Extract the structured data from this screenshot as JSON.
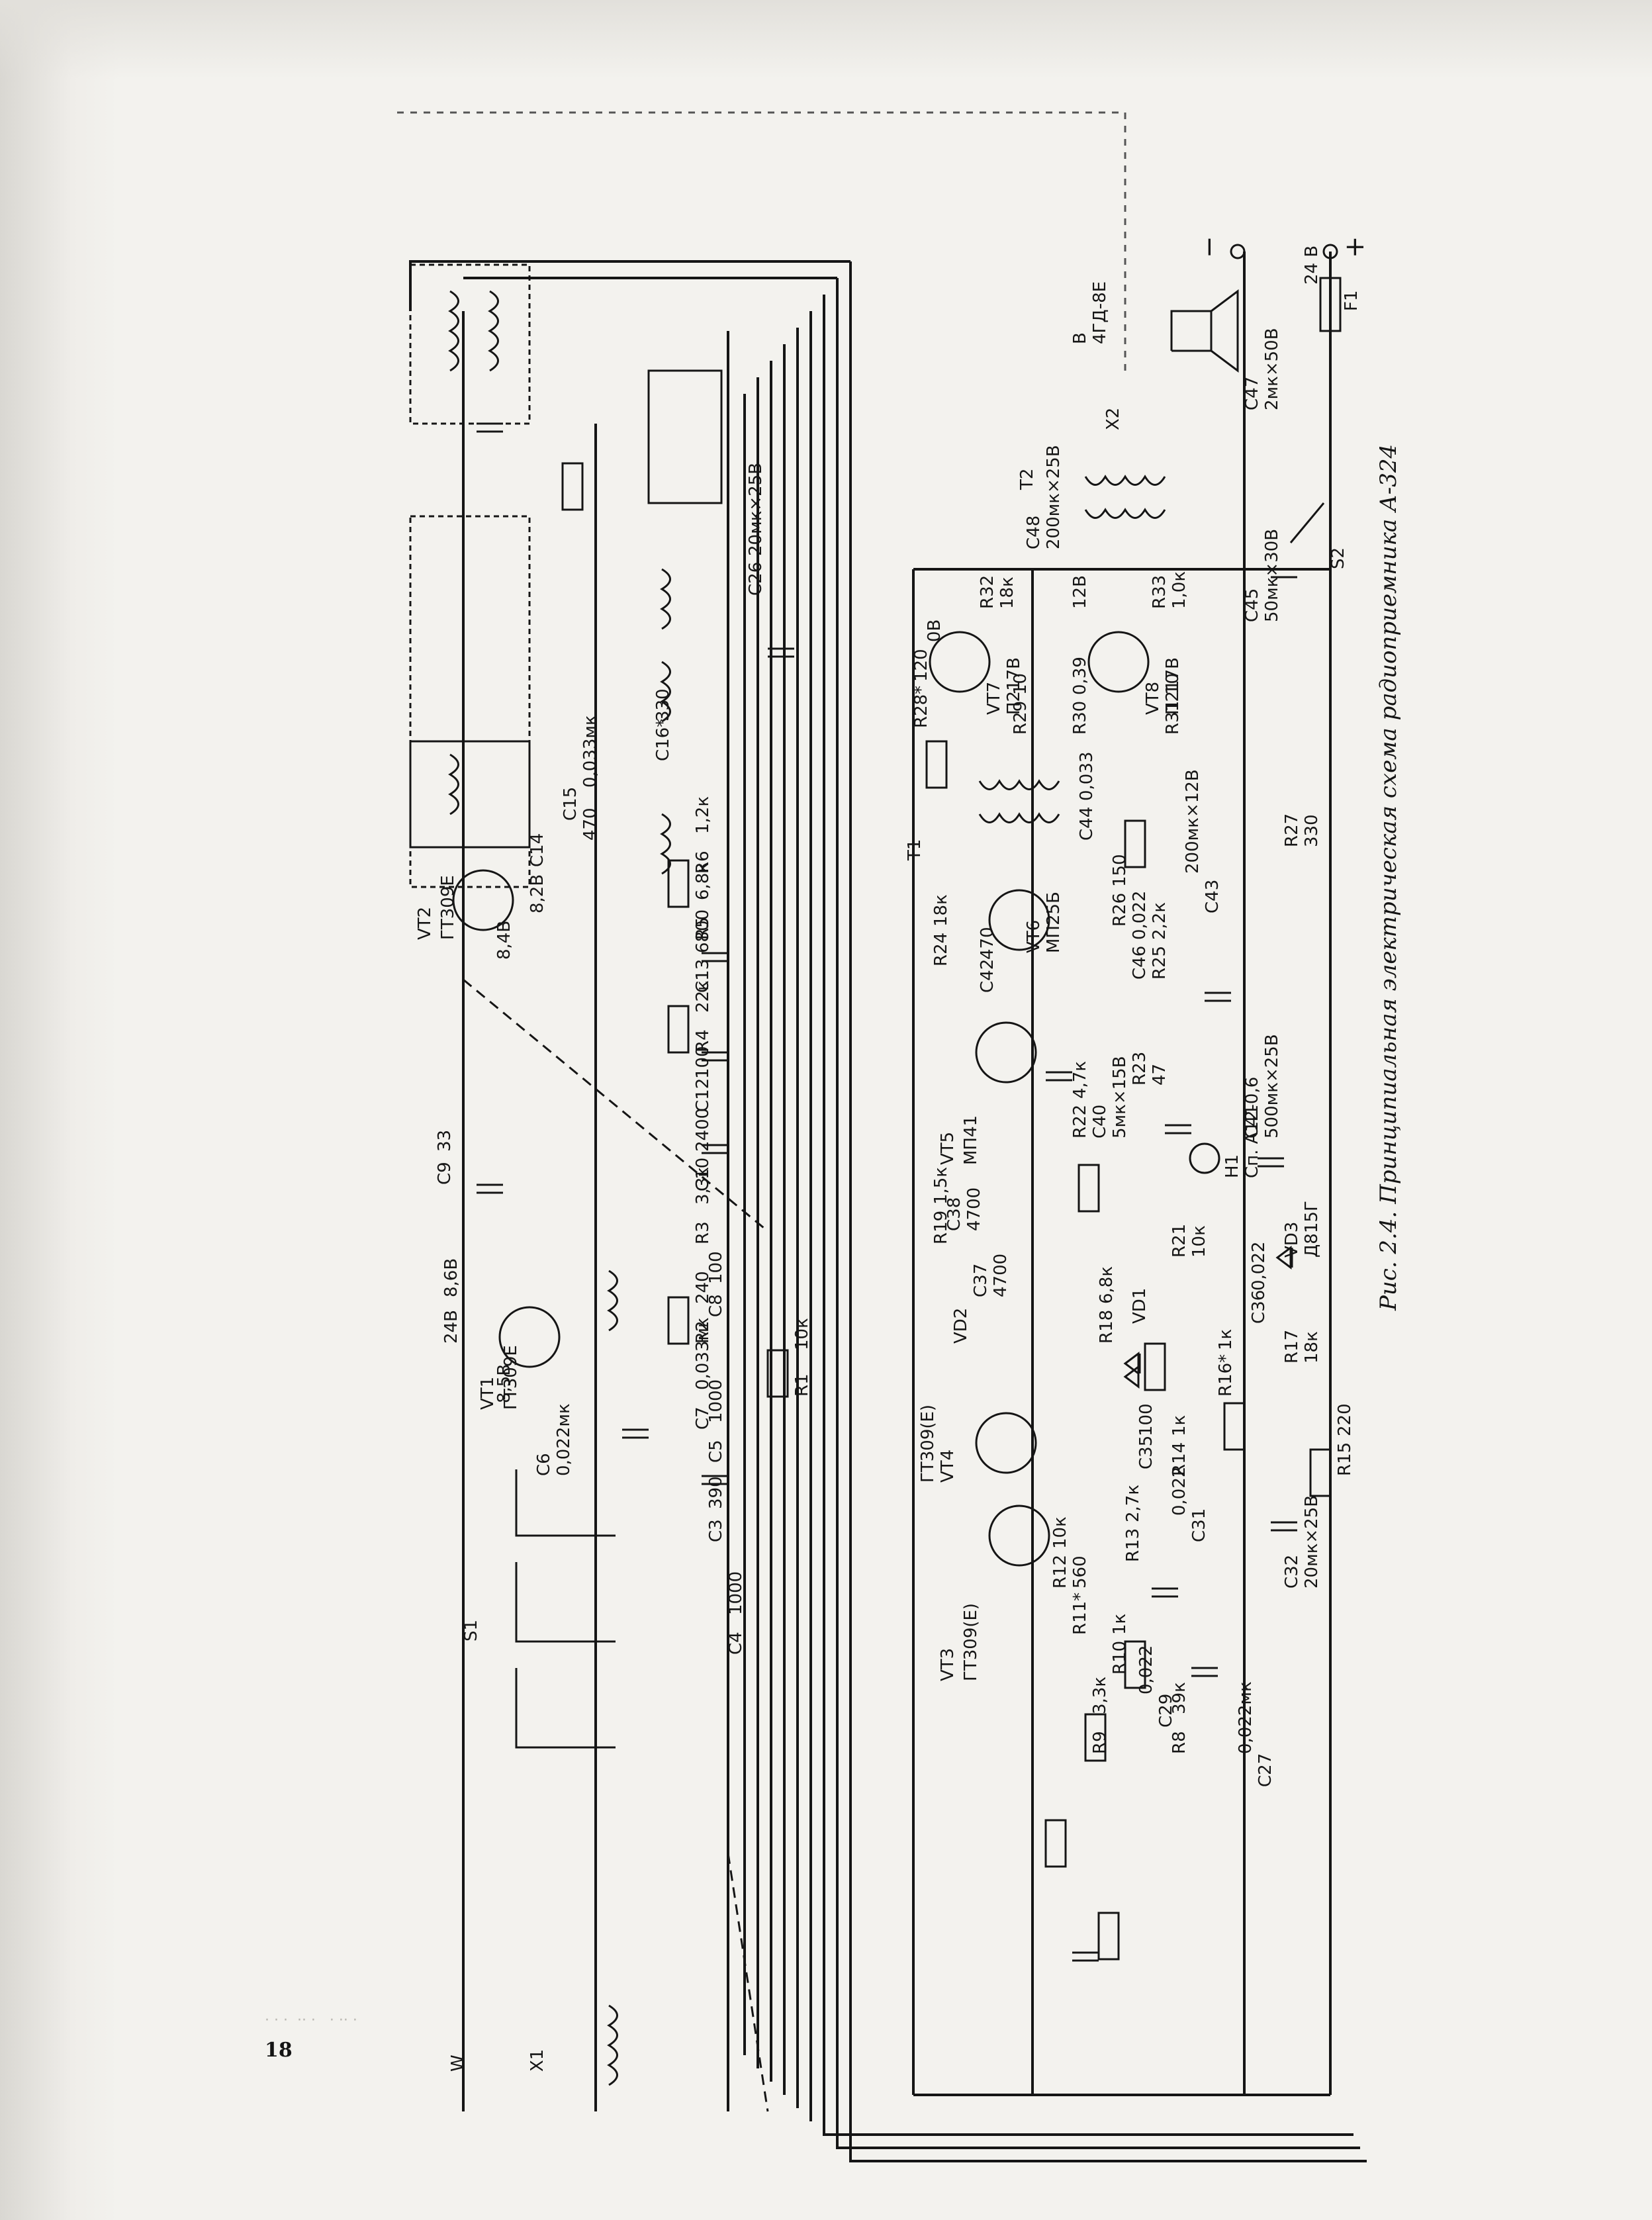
{
  "document": {
    "caption": "Рис. 2.4. Принципиальная электрическая схема радиоприемника А-324",
    "page_number": "18"
  },
  "schematic": {
    "transistors": [
      {
        "ref": "VT1",
        "type": "ГТ309Е"
      },
      {
        "ref": "VT2",
        "type": "ГТ309Е"
      },
      {
        "ref": "VT3",
        "type": "ГТ309(Е)"
      },
      {
        "ref": "VT4",
        "type": "ГТ309(Е)"
      },
      {
        "ref": "VT5",
        "type": "МП41"
      },
      {
        "ref": "VT6",
        "type": "МП25Б"
      },
      {
        "ref": "VT7",
        "type": "П217В"
      },
      {
        "ref": "VT8",
        "type": "П217В"
      }
    ],
    "resistors": [
      {
        "ref": "R1",
        "value": "10к"
      },
      {
        "ref": "R2",
        "value": "240"
      },
      {
        "ref": "R3",
        "value": "3,3к"
      },
      {
        "ref": "R4",
        "value": "22к"
      },
      {
        "ref": "R5",
        "value": "6,8к"
      },
      {
        "ref": "R6",
        "value": "1,2к"
      },
      {
        "ref": "R8",
        "value": "39к"
      },
      {
        "ref": "R9",
        "value": "3,3к"
      },
      {
        "ref": "R10",
        "value": "1к"
      },
      {
        "ref": "R11*",
        "value": "560"
      },
      {
        "ref": "R12",
        "value": "10к"
      },
      {
        "ref": "R13",
        "value": "2,7к"
      },
      {
        "ref": "R14",
        "value": "1к"
      },
      {
        "ref": "R15",
        "value": "220"
      },
      {
        "ref": "R16*",
        "value": "1к"
      },
      {
        "ref": "R17",
        "value": "18к"
      },
      {
        "ref": "R18",
        "value": "6,8к"
      },
      {
        "ref": "R19",
        "value": "1,5к"
      },
      {
        "ref": "R21",
        "value": "10к"
      },
      {
        "ref": "R22",
        "value": "4,7к"
      },
      {
        "ref": "R23",
        "value": "47"
      },
      {
        "ref": "R24",
        "value": "18к"
      },
      {
        "ref": "R25",
        "value": "2,2к"
      },
      {
        "ref": "R26",
        "value": "150"
      },
      {
        "ref": "R27",
        "value": "330"
      },
      {
        "ref": "R28*",
        "value": "120"
      },
      {
        "ref": "R29",
        "value": "10"
      },
      {
        "ref": "R30",
        "value": "0,39"
      },
      {
        "ref": "R31",
        "value": "10"
      },
      {
        "ref": "R32",
        "value": "18к"
      },
      {
        "ref": "R33",
        "value": "1,0к"
      }
    ],
    "capacitors": [
      {
        "ref": "C3",
        "value": "390"
      },
      {
        "ref": "C4",
        "value": "1000"
      },
      {
        "ref": "C5",
        "value": "1000"
      },
      {
        "ref": "C6",
        "value": "0,022мк"
      },
      {
        "ref": "C7",
        "value": "0,033мк"
      },
      {
        "ref": "C8",
        "value": "100"
      },
      {
        "ref": "C9",
        "value": "33"
      },
      {
        "ref": "C10",
        "value": "2400"
      },
      {
        "ref": "C12",
        "value": "100"
      },
      {
        "ref": "C13",
        "value": "6800"
      },
      {
        "ref": "C14",
        "value": "470"
      },
      {
        "ref": "C15",
        "value": "0,033мк"
      },
      {
        "ref": "C16*",
        "value": "330"
      },
      {
        "ref": "C26",
        "value": "20мк×25В"
      },
      {
        "ref": "C27",
        "value": "0,022мк"
      },
      {
        "ref": "C29",
        "value": "0,022"
      },
      {
        "ref": "C31",
        "value": "0,022"
      },
      {
        "ref": "C32",
        "value": "20мк×25В"
      },
      {
        "ref": "C35",
        "value": "100"
      },
      {
        "ref": "C36",
        "value": "0,022"
      },
      {
        "ref": "C37",
        "value": "4700"
      },
      {
        "ref": "C38",
        "value": "4700"
      },
      {
        "ref": "C40",
        "value": "5мк×15В"
      },
      {
        "ref": "C41",
        "value": "500мк×25В"
      },
      {
        "ref": "C42",
        "value": "470"
      },
      {
        "ref": "C43",
        "value": "200мк×12В"
      },
      {
        "ref": "C44",
        "value": "0,033"
      },
      {
        "ref": "C45",
        "value": "50мк×30В"
      },
      {
        "ref": "C46",
        "value": "0,022"
      },
      {
        "ref": "C47",
        "value": "2мк×50В"
      },
      {
        "ref": "C48",
        "value": "200мк×25В"
      }
    ],
    "diodes": [
      {
        "ref": "VD1",
        "value": ""
      },
      {
        "ref": "VD2",
        "value": ""
      },
      {
        "ref": "VD3",
        "value": "Д815Г"
      }
    ],
    "other": [
      {
        "ref": "B",
        "value": "4ГД-8Е"
      },
      {
        "ref": "T1",
        "value": ""
      },
      {
        "ref": "T2",
        "value": ""
      },
      {
        "ref": "S1",
        "value": ""
      },
      {
        "ref": "S2",
        "value": ""
      },
      {
        "ref": "F1",
        "value": ""
      },
      {
        "ref": "H1",
        "value": "Сп. А12-0,6"
      },
      {
        "ref": "W",
        "value": ""
      },
      {
        "ref": "X1",
        "value": ""
      },
      {
        "ref": "X2",
        "value": ""
      }
    ],
    "voltage_marks": [
      "24В",
      "8,6В",
      "8,5В",
      "8,4В",
      "8,2В",
      "12В",
      "0В",
      "−",
      "+",
      "24 В"
    ]
  }
}
